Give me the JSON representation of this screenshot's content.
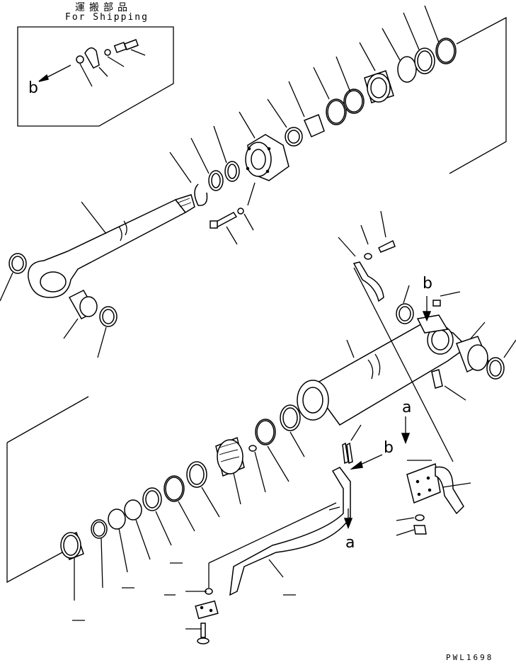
{
  "inset": {
    "title_jp": "運搬部品",
    "title_en": "For Shipping",
    "ref_label": "b"
  },
  "reference_labels": {
    "b_upper": "b",
    "a_right": "a",
    "b_lower": "b",
    "a_lower": "a"
  },
  "drawing_code": "PWL1698"
}
